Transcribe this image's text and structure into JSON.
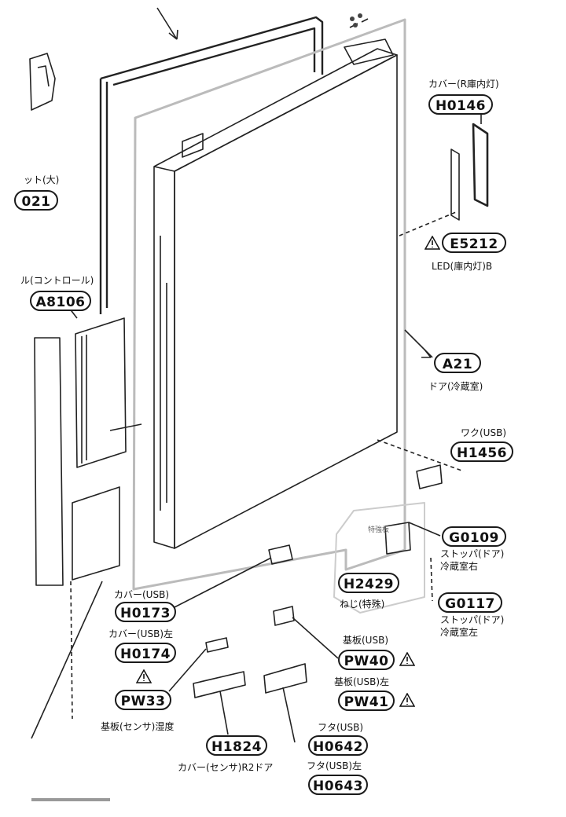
{
  "parts": [
    {
      "code": "H0146",
      "caption": "カバー(R庫内灯)"
    },
    {
      "code": "E5212",
      "caption": "LED(庫内灯)B",
      "warning": true
    },
    {
      "code": "A21",
      "caption": "ドア(冷蔵室)"
    },
    {
      "code": "H1456",
      "caption": "ワク(USB)"
    },
    {
      "code": "G0109",
      "caption": "ストッパ(ドア)",
      "caption2": "冷蔵室右"
    },
    {
      "code": "G0117",
      "caption": "ストッパ(ドア)",
      "caption2": "冷蔵室左"
    },
    {
      "code": "H2429",
      "caption": "ねじ(特殊)"
    },
    {
      "code": "H0173",
      "caption": "カバー(USB)"
    },
    {
      "code": "H0174",
      "caption": "カバー(USB)左"
    },
    {
      "code": "PW33",
      "caption": "基板(センサ)湿度",
      "warning": true
    },
    {
      "code": "PW40",
      "caption": "基板(USB)",
      "warning": true
    },
    {
      "code": "PW41",
      "caption": "基板(USB)左",
      "warning": true
    },
    {
      "code": "H1824",
      "caption": "カバー(センサ)R2ドア"
    },
    {
      "code": "H0642",
      "caption": "フタ(USB)"
    },
    {
      "code": "H0643",
      "caption": "フタ(USB)左"
    },
    {
      "code": "A8106",
      "caption": "ル(コントロール)"
    },
    {
      "code": "021",
      "caption": "ット(大)"
    }
  ],
  "inset_label": "特強板"
}
